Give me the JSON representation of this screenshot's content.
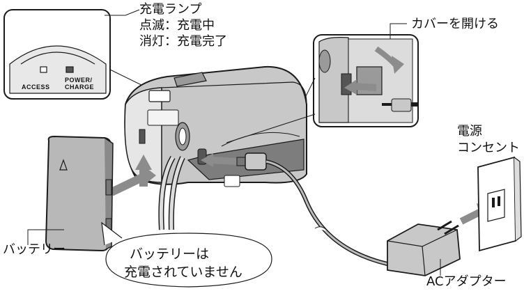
{
  "callouts": {
    "charge_lamp": {
      "title": "充電ランプ",
      "line_blinking": "点滅：充電中",
      "line_off": "消灯：充電完了"
    },
    "open_cover": "カバーを開ける",
    "power_outlet": {
      "line1": "電源",
      "line2": "コンセント"
    },
    "battery": "バッテリー",
    "battery_note": {
      "line1": "バッテリーは",
      "line2": "充電されていません"
    },
    "ac_adapter": "ACアダプター"
  },
  "camera_panel": {
    "access_label": "ACCESS",
    "power_label_1": "POWER/",
    "power_label_2": "CHARGE"
  },
  "colors": {
    "outline": "#1a1a1a",
    "body_gray": "#9a9a9a",
    "dark_gray": "#555555",
    "arrow_gray": "#8c8c8c",
    "light_gray": "#d9d9d9"
  }
}
